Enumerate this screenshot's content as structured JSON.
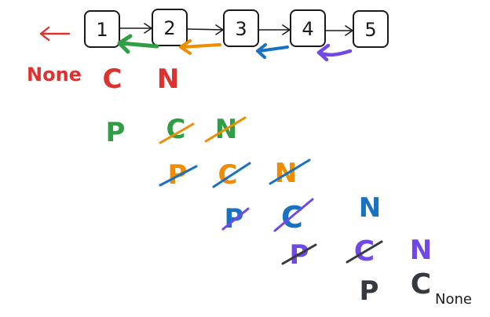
{
  "nodes": [
    "1",
    "2",
    "3",
    "4",
    "5"
  ],
  "none_left": "None",
  "none_right": "None",
  "pointers": {
    "p": "P",
    "c": "C",
    "n": "N"
  },
  "colors": {
    "ink": "#1a1a1a",
    "red": "#e03131",
    "green": "#2f9e44",
    "orange": "#f08c00",
    "blue": "#1971c2",
    "purple": "#7048e8",
    "dark": "#343a40"
  }
}
